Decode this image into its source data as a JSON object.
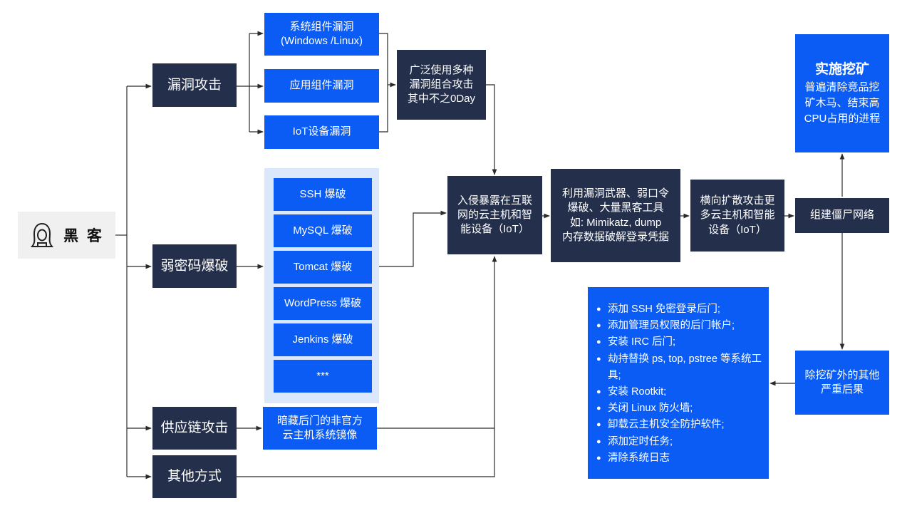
{
  "source": {
    "label": "黑 客",
    "icon": "hacker-icon"
  },
  "methods": [
    {
      "id": "vuln",
      "label": "漏洞攻击"
    },
    {
      "id": "weak",
      "label": "弱密码爆破"
    },
    {
      "id": "supply",
      "label": "供应链攻击"
    },
    {
      "id": "other",
      "label": "其他方式"
    }
  ],
  "vuln_types": [
    "系统组件漏洞\n(Windows /Linux)",
    "应用组件漏洞",
    "IoT设备漏洞"
  ],
  "vuln_combo": "广泛使用多种\n漏洞组合攻击\n其中不之0Day",
  "brute_targets": [
    "SSH 爆破",
    "MySQL 爆破",
    "Tomcat 爆破",
    "WordPress 爆破",
    "Jenkins 爆破",
    "***"
  ],
  "supply_detail": "暗藏后门的非官方\n云主机系统镜像",
  "steps": {
    "intrude": "入侵暴露在互联\n网的云主机和智\n能设备（IoT）",
    "exploit": "利用漏洞武器、弱口令\n爆破、大量黑客工具\n如: Mimikatz, dump\n内存数据破解登录凭据",
    "lateral": "横向扩散攻击更\n多云主机和智能\n设备（IoT）",
    "botnet": "组建僵尸网络"
  },
  "mining": {
    "title": "实施挖矿",
    "desc": "普遍清除竞品挖\n矿木马、结束高\nCPU占用的进程"
  },
  "consequences": {
    "label": "除挖矿外的其他\n严重后果",
    "items": [
      "添加 SSH 免密登录后门;",
      "添加管理员权限的后门帐户;",
      "安装 IRC 后门;",
      "劫持替换 ps, top, pstree 等系统工具;",
      "安装 Rootkit;",
      "关闭 Linux 防火墙;",
      "卸载云主机安全防护软件;",
      "添加定时任务;",
      "清除系统日志"
    ]
  },
  "colors": {
    "dark_box": "#232f4b",
    "blue_box": "#0b5cf5",
    "panel": "#dbe7fb",
    "line": "#2b2b2b"
  }
}
